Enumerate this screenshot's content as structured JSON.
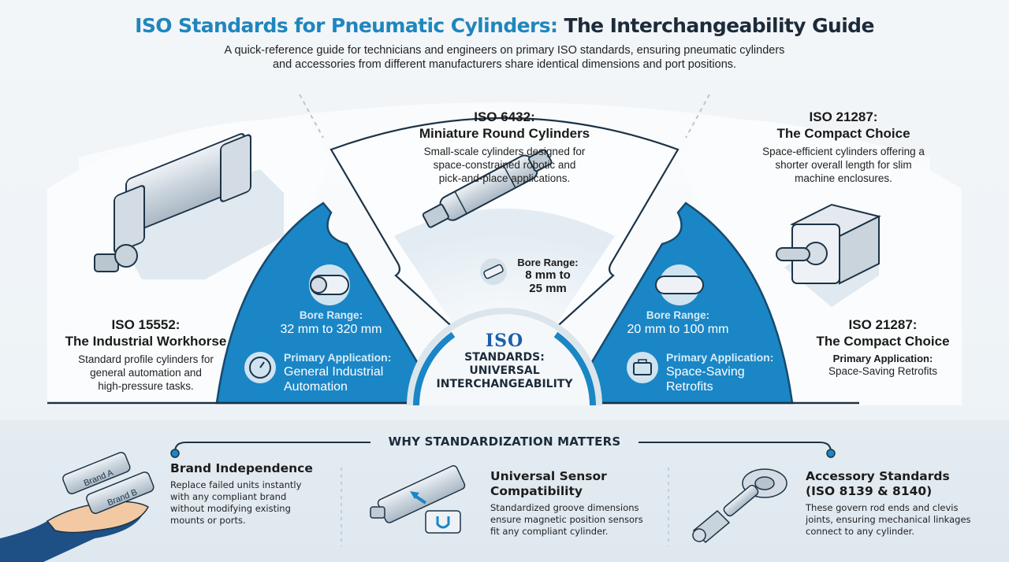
{
  "header": {
    "title_part1": "ISO Standards for Pneumatic Cylinders:",
    "title_part2": " The Interchangeability Guide",
    "subtitle_line1": "A quick-reference guide for technicians and engineers on primary ISO standards, ensuring pneumatic cylinders",
    "subtitle_line2": "and accessories from different manufacturers share identical dimensions and port positions."
  },
  "colors": {
    "accent_blue": "#1f86bd",
    "panel_blue": "#1a86c6",
    "dark_navy": "#1c2b3a",
    "iso_logo_blue": "#1b5fa8"
  },
  "standards": [
    {
      "id": "iso-15552",
      "title_line1": "ISO 15552:",
      "title_line2": "The Industrial Workhorse",
      "description": [
        "Standard profile cylinders for",
        "general automation and",
        "high-pressure tasks."
      ],
      "bore_label": "Bore Range:",
      "bore_value": "32 mm to 320 mm",
      "application_label": "Primary Application:",
      "application_value_line1": "General Industrial",
      "application_value_line2": "Automation",
      "icon": "gauge-icon",
      "illustration": "tie-rod-cylinder-illustration"
    },
    {
      "id": "iso-6432",
      "title_line1": "ISO 6432:",
      "title_line2": "Miniature Round Cylinders",
      "description": [
        "Small-scale cylinders designed for",
        "space-constrained robotic and",
        "pick-and-place applications."
      ],
      "bore_label": "Bore Range:",
      "bore_value_line1": "8 mm to",
      "bore_value_line2": "25 mm",
      "illustration": "round-cylinder-illustration"
    },
    {
      "id": "iso-21287",
      "title_line1": "ISO 21287:",
      "title_line2": "The Compact Choice",
      "description": [
        "Space-efficient cylinders offering a",
        "shorter overall length for slim",
        "machine enclosures."
      ],
      "bore_label": "Bore Range:",
      "bore_value": "20 mm to 100 mm",
      "application_label": "Primary Application:",
      "application_value_line1": "Space-Saving",
      "application_value_line2": "Retrofits",
      "icon": "briefcase-icon",
      "illustration": "compact-cylinder-illustration",
      "repeat_title_line1": "ISO 21287:",
      "repeat_title_line2": "The Compact Choice",
      "repeat_app_label": "Primary Application:",
      "repeat_app_value": "Space-Saving Retrofits"
    }
  ],
  "center_badge": {
    "logo": "ISO",
    "line1": "STANDARDS:",
    "line2": "UNIVERSAL",
    "line3": "INTERCHANGEABILITY"
  },
  "why": {
    "title": "WHY STANDARDIZATION MATTERS",
    "cards": [
      {
        "title_line1": "Brand Independence",
        "title_line2": "",
        "body": [
          "Replace failed units instantly",
          "with any compliant brand",
          "without modifying existing",
          "mounts or ports."
        ],
        "illustration": "hand-holding-cylinders-illustration",
        "labels": [
          "Brand A",
          "Brand B"
        ]
      },
      {
        "title_line1": "Universal Sensor",
        "title_line2": "Compatibility",
        "body": [
          "Standardized groove dimensions",
          "ensure magnetic position sensors",
          "fit any compliant cylinder."
        ],
        "illustration": "sensor-cylinder-illustration"
      },
      {
        "title_line1": "Accessory Standards",
        "title_line2": "(ISO 8139 & 8140)",
        "body": [
          "These govern rod ends and clevis",
          "joints, ensuring mechanical linkages",
          "connect to any cylinder."
        ],
        "illustration": "rod-end-clevis-illustration"
      }
    ]
  }
}
